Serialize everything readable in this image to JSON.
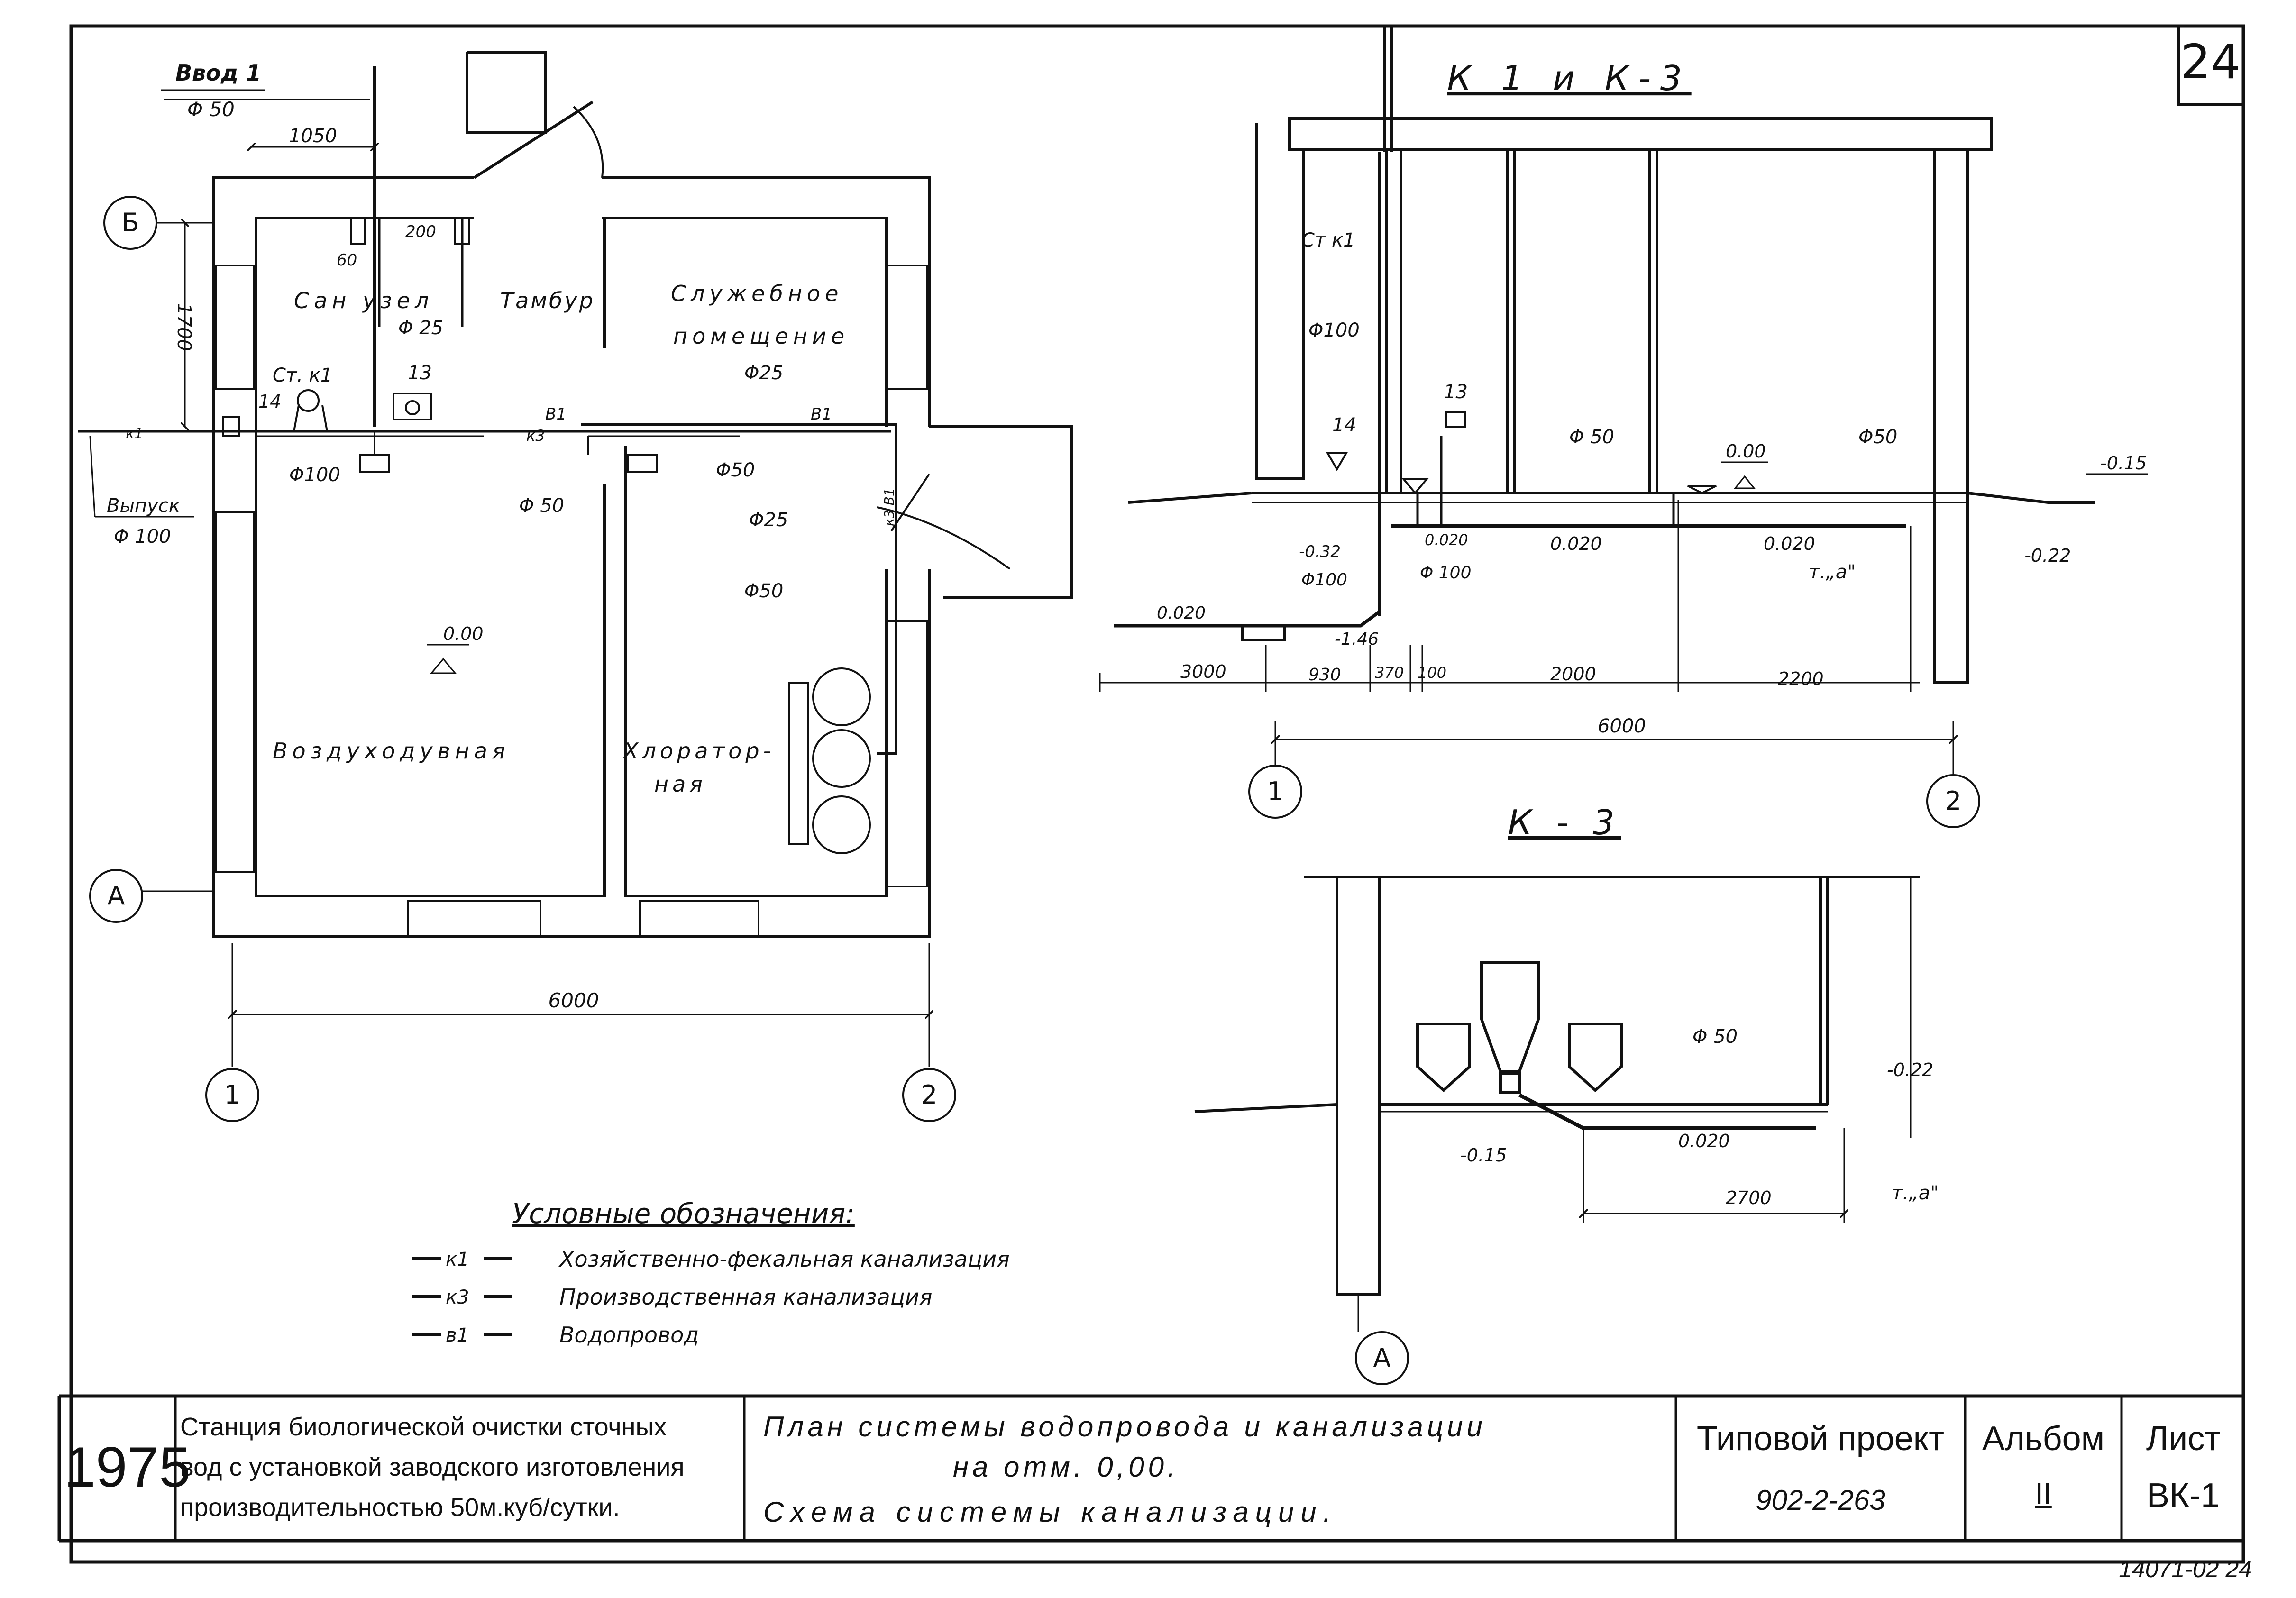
{
  "sheet_number": "24",
  "plan": {
    "inlet": {
      "label": "Ввод 1",
      "dia": "Φ 50"
    },
    "dims": {
      "d1050": "1050",
      "d200": "200",
      "d60": "60",
      "d1700": "1700",
      "d6000": "6000"
    },
    "axes": {
      "b": "Б",
      "a": "А",
      "n1": "1",
      "n2": "2"
    },
    "rooms": {
      "sanuzel": "Сан узел",
      "tambur": "Тамбур",
      "service1": "Служебное",
      "service2": "помещение",
      "vozduh": "Воздуходувная",
      "chlor1": "Хлоратор-",
      "chlor2": "ная"
    },
    "labels": {
      "st_k1": "Ст. к1",
      "n14": "14",
      "n13": "13",
      "d25_a": "Φ 25",
      "d25_b": "Φ25",
      "d25_c": "Φ25",
      "d100": "Φ100",
      "d50_a": "Φ 50",
      "d50_b": "Φ50",
      "d50_c": "Φ50",
      "b1": "В1",
      "k1": "к1",
      "k3": "к3",
      "kk": "к3 В1",
      "outlet": "Выпуск",
      "outlet_dia": "Φ 100",
      "level": "0.00"
    }
  },
  "legend": {
    "title": "Условные обозначения:",
    "items": [
      {
        "code": "к1",
        "text": "Хозяйственно-фекальная канализация"
      },
      {
        "code": "к3",
        "text": "Производственная канализация"
      },
      {
        "code": "в1",
        "text": "Водопровод"
      }
    ]
  },
  "section1": {
    "title": "К 1 и К-3",
    "labels": {
      "st": "Ст к1",
      "d100": "Φ100",
      "n14": "14",
      "n13": "13",
      "d50_a": "Φ 50",
      "d50_b": "Φ50",
      "lv000": "0.00",
      "lvm015": "-0.15",
      "lvm032": "-0.32",
      "d100b": "Φ100",
      "s0020a": "0.020",
      "d100c": "Φ 100",
      "s0020b": "0.020",
      "s0020c": "0.020",
      "s0020d": "0.020",
      "ta": "т.„а\"",
      "lvm022": "-0.22",
      "lvm146": "-1.46"
    },
    "dims": {
      "d3000": "3000",
      "d930": "930",
      "d370": "370",
      "d100": "100",
      "d2000": "2000",
      "d2200": "2200",
      "d6000": "6000"
    },
    "axes": {
      "n1": "1",
      "n2": "2"
    }
  },
  "section2": {
    "title": "К - 3",
    "labels": {
      "d50": "Φ 50",
      "s0020": "0.020",
      "lvm022": "-0.22",
      "lvm015": "-0.15",
      "ta": "т.„а\"",
      "d2700": "2700"
    },
    "axis": "А"
  },
  "titleblock": {
    "year": "1975",
    "desc": [
      "Станция биологической очистки сточных",
      "вод с установкой заводского изготовления",
      "производительностью 50м.куб/сутки."
    ],
    "title": [
      "План системы водопровода и канализации",
      "на отм. 0,00.",
      "Схема системы канализации."
    ],
    "project_label": "Типовой проект",
    "project_number": "902-2-263",
    "album_label": "Альбом",
    "album_number": "II",
    "sheet_label": "Лист",
    "sheet_code": "ВК-1"
  },
  "footer_code": "14071-02 24"
}
